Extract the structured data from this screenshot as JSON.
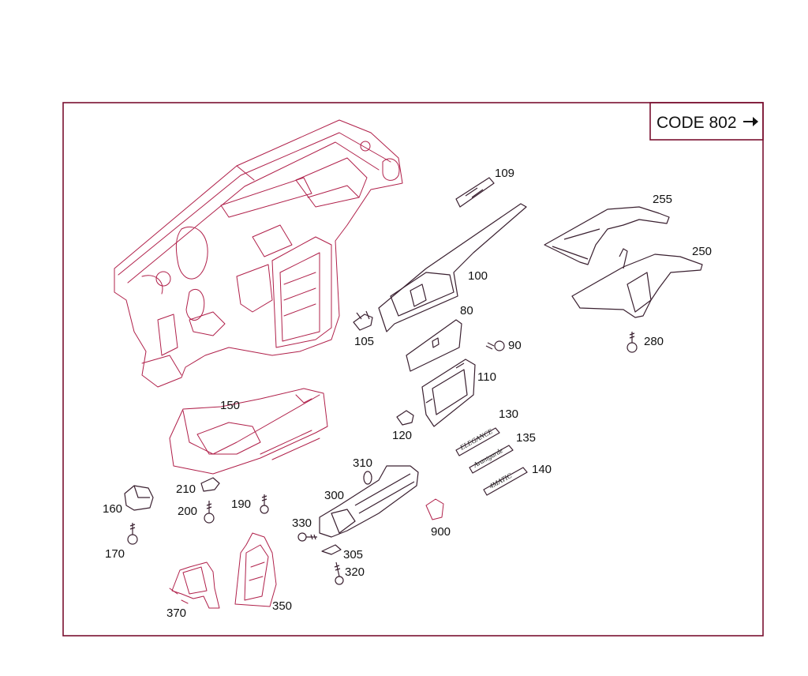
{
  "code_box": {
    "label": "CODE 802",
    "arrow": "right-arrow-icon"
  },
  "callouts": {
    "p80": "80",
    "p90": "90",
    "p100": "100",
    "p105": "105",
    "p109": "109",
    "p110": "110",
    "p120": "120",
    "p130": "130",
    "p135": "135",
    "p140": "140",
    "p150": "150",
    "p160": "160",
    "p170": "170",
    "p190": "190",
    "p200": "200",
    "p210": "210",
    "p250": "250",
    "p255": "255",
    "p280": "280",
    "p300": "300",
    "p305": "305",
    "p310": "310",
    "p320": "320",
    "p330": "330",
    "p350": "350",
    "p370": "370",
    "p900": "900"
  },
  "badges": {
    "elegance": "ELEGANCE",
    "avantgarde": "Avantgarde",
    "4matic": "4MATIC"
  },
  "colors": {
    "line": "#b0204a",
    "frame": "#7a1030"
  }
}
